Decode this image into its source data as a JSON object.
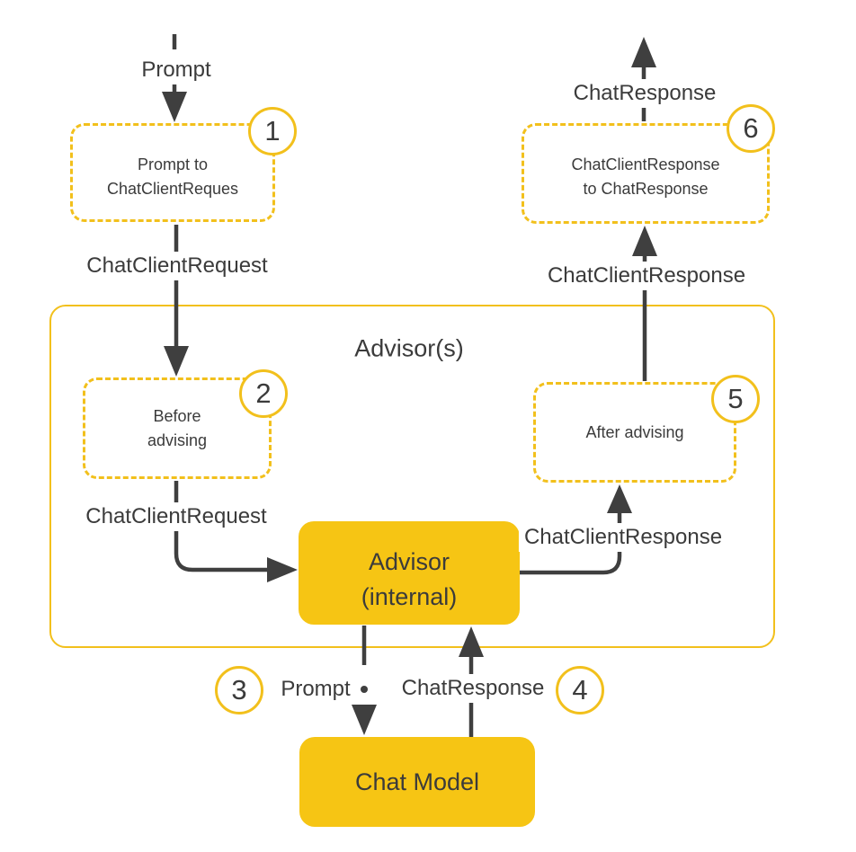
{
  "title": "Advisor(s)",
  "colors": {
    "accent_gold": "#F2C01C",
    "node_fill_yellow": "#F6C514",
    "text_dark": "#3B3B3B",
    "arrow_dark": "#3F3F3F",
    "background": "#FFFFFF"
  },
  "container": {
    "title": "Advisor(s)"
  },
  "nodes": {
    "prompt_to_chatclientrequest": {
      "badge": "1",
      "line1": "Prompt to",
      "line2": "ChatClientReques"
    },
    "before_advising": {
      "badge": "2",
      "line1": "Before",
      "line2": "advising"
    },
    "after_advising": {
      "badge": "5",
      "label": "After advising"
    },
    "chatclientresponse_to_chatresponse": {
      "badge": "6",
      "line1": "ChatClientResponse",
      "line2": "to ChatResponse"
    },
    "advisor_internal": {
      "line1": "Advisor",
      "line2": "(internal)"
    },
    "chat_model": {
      "label": "Chat Model"
    }
  },
  "edge_labels": {
    "prompt_top": "Prompt",
    "chatclientrequest_outer": "ChatClientRequest",
    "chatclientrequest_inner": "ChatClientRequest",
    "chatclientresponse_inner": "ChatClientResponse",
    "chatclientresponse_outer": "ChatClientResponse",
    "chatresponse_top": "ChatResponse",
    "prompt_bottom": "Prompt",
    "chatresponse_bottom": "ChatResponse"
  },
  "step_badges": {
    "step3": "3",
    "step4": "4"
  }
}
